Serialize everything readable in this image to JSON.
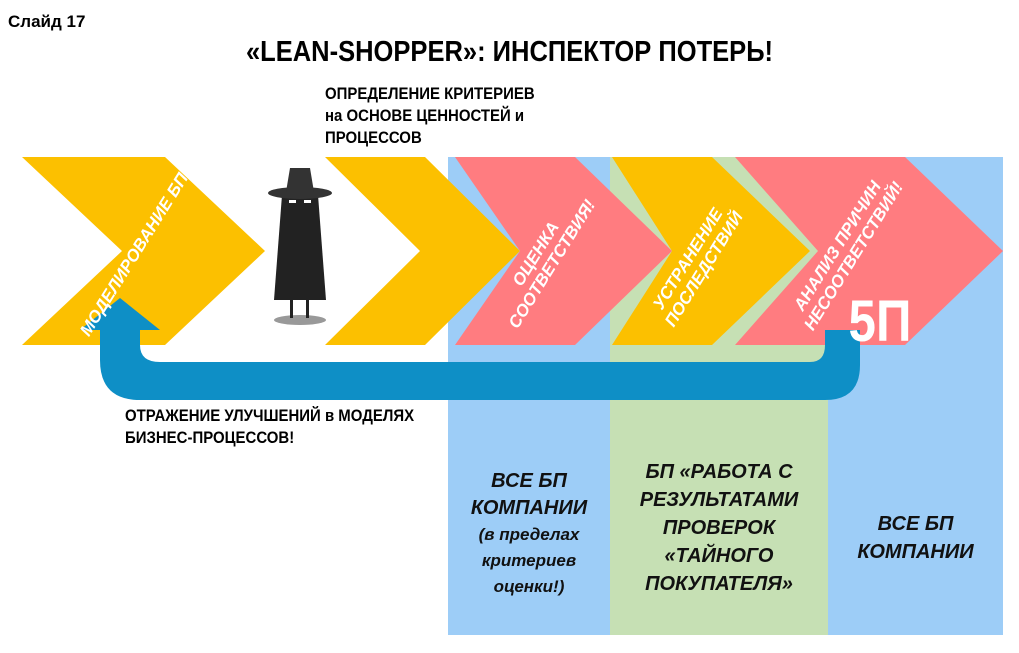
{
  "slide_label": "Слайд 17",
  "title": "«LEAN-SHOPPER»: ИНСПЕКТОР ПОТЕРЬ!",
  "criteria_note": [
    "ОПРЕДЕЛЕНИЕ КРИТЕРИЕВ",
    "на ОСНОВЕ ЦЕННОСТЕЙ и",
    "ПРОЦЕССОВ"
  ],
  "steps": [
    {
      "label": [
        "МОДЕЛИРОВАНИЕ БП"
      ]
    },
    {
      "label": [
        "ОЦЕНКА",
        "СООТВЕТСТВИЯ!"
      ]
    },
    {
      "label": [
        "УСТРАНЕНИЕ",
        "ПОСЛЕДСТВИЙ"
      ]
    },
    {
      "label": [
        "АНАЛИЗ ПРИЧИН",
        "НЕСООТВЕТСТВИЙ!"
      ]
    }
  ],
  "five_p": "5П",
  "feedback_note": [
    "ОТРАЖЕНИЕ УЛУЧШЕНИЙ в МОДЕЛЯХ",
    "БИЗНЕС-ПРОЦЕССОВ!"
  ],
  "columns": [
    {
      "lines": [
        "ВСЕ БП",
        "КОМПАНИИ"
      ],
      "sub": [
        "(в пределах",
        "критериев",
        "оценки!)"
      ]
    },
    {
      "lines": [
        "БП «РАБОТА С",
        "РЕЗУЛЬТАТАМИ",
        "ПРОВЕРОК",
        "«ТАЙНОГО",
        "ПОКУПАТЕЛЯ»"
      ]
    },
    {
      "lines": [
        "ВСЕ БП",
        "КОМПАНИИ"
      ]
    }
  ],
  "colors": {
    "yellow": "#fcc000",
    "pink": "#ff7c80",
    "blue_bg": "#9dcdf7",
    "green_bg": "#c6e0b4",
    "arrow": "#0e8fc6"
  }
}
